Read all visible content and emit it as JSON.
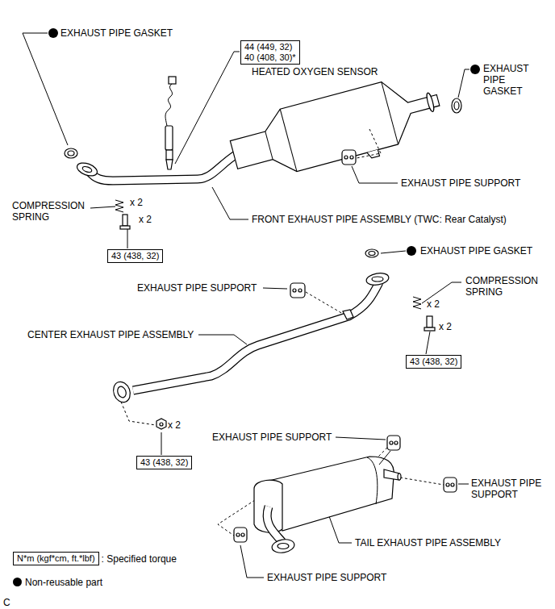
{
  "diagram": {
    "nodes": [
      {
        "text": [
          "44 (449, 32)",
          "40 (408, 30)*"
        ]
      },
      {
        "text": [
          "43 (438, 32)"
        ]
      },
      {
        "text": [
          "43 (438, 32)"
        ]
      },
      {
        "text": [
          "43 (438, 32)"
        ]
      },
      {
        "text": [
          "N*m (kgf*cm, ft.*lbf)"
        ]
      }
    ],
    "labels": [
      "EXHAUST PIPE GASKET",
      "HEATED OXYGEN SENSOR",
      "EXHAUST PIPE GASKET",
      "EXHAUST PIPE SUPPORT",
      "COMPRESSION SPRING",
      "x 2",
      "x 2",
      "FRONT EXHAUST PIPE ASSEMBLY (TWC: Rear Catalyst)",
      "EXHAUST PIPE GASKET",
      "EXHAUST PIPE SUPPORT",
      "COMPRESSION SPRING",
      "x 2",
      "x 2",
      "CENTER EXHAUST PIPE ASSEMBLY",
      "x 2",
      "EXHAUST PIPE SUPPORT",
      "EXHAUST PIPE SUPPORT",
      "TAIL EXHAUST PIPE ASSEMBLY",
      "EXHAUST PIPE SUPPORT",
      "C"
    ],
    "legend": [
      {
        "text": ": Specified torque"
      },
      {
        "text": "Non-reusable part",
        "color": "#000000"
      }
    ]
  }
}
